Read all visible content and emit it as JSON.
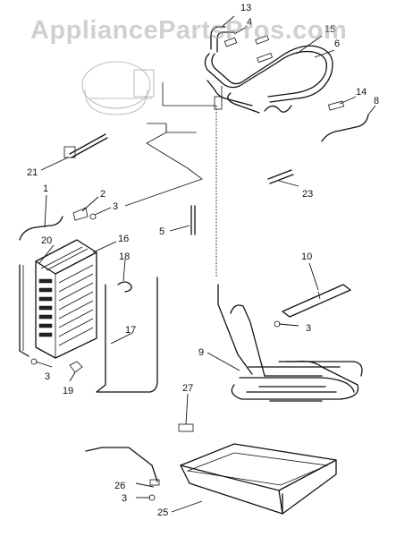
{
  "watermark": "AppliancePartsPros.com",
  "callouts": {
    "c1": "1",
    "c2": "2",
    "c3a": "3",
    "c3b": "3",
    "c3c": "3",
    "c3d": "3",
    "c4": "4",
    "c5": "5",
    "c6": "6",
    "c8": "8",
    "c9": "9",
    "c10": "10",
    "c13": "13",
    "c14": "14",
    "c15": "15",
    "c16": "16",
    "c17": "17",
    "c18": "18",
    "c19": "19",
    "c20": "20",
    "c21": "21",
    "c23": "23",
    "c25": "25",
    "c26": "26",
    "c27": "27"
  }
}
